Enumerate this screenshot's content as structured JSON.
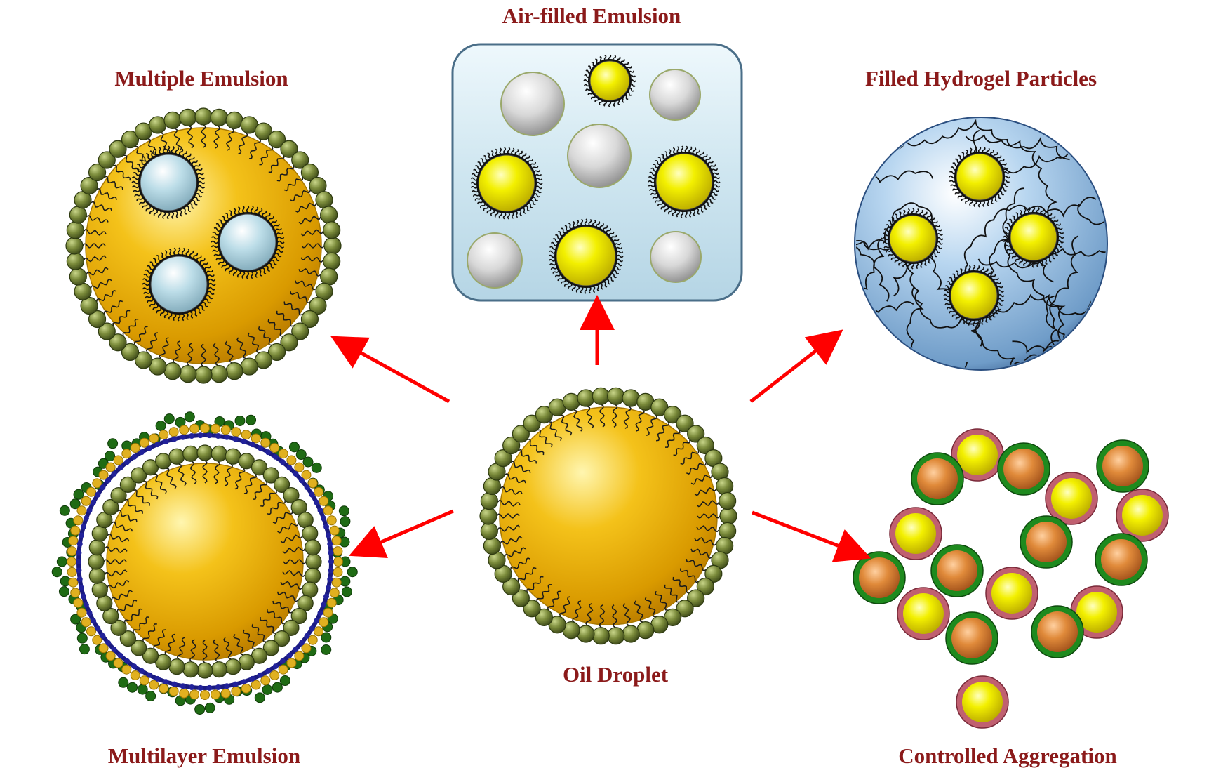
{
  "labels": {
    "air_filled": "Air-filled Emulsion",
    "multiple": "Multiple Emulsion",
    "filled_hydrogel": "Filled Hydrogel Particles",
    "multilayer": "Multilayer Emulsion",
    "oil_droplet": "Oil Droplet",
    "controlled_aggregation": "Controlled Aggregation"
  },
  "colors": {
    "label": "#8b1a1a",
    "arrow": "#ff0000",
    "oil": "#f2b800",
    "emulsifier_head": "#6b7a35",
    "bubble": "#cfcfcf",
    "hydrogel": "#8fb8e0",
    "inner_water": "#b8d8e8",
    "orange_particle": "#d97a30",
    "green_shell": "#1e8a1e",
    "pink_shell": "#c06070",
    "navy_layer": "#1a1a80",
    "dark_green_layer": "#1f6b14"
  }
}
